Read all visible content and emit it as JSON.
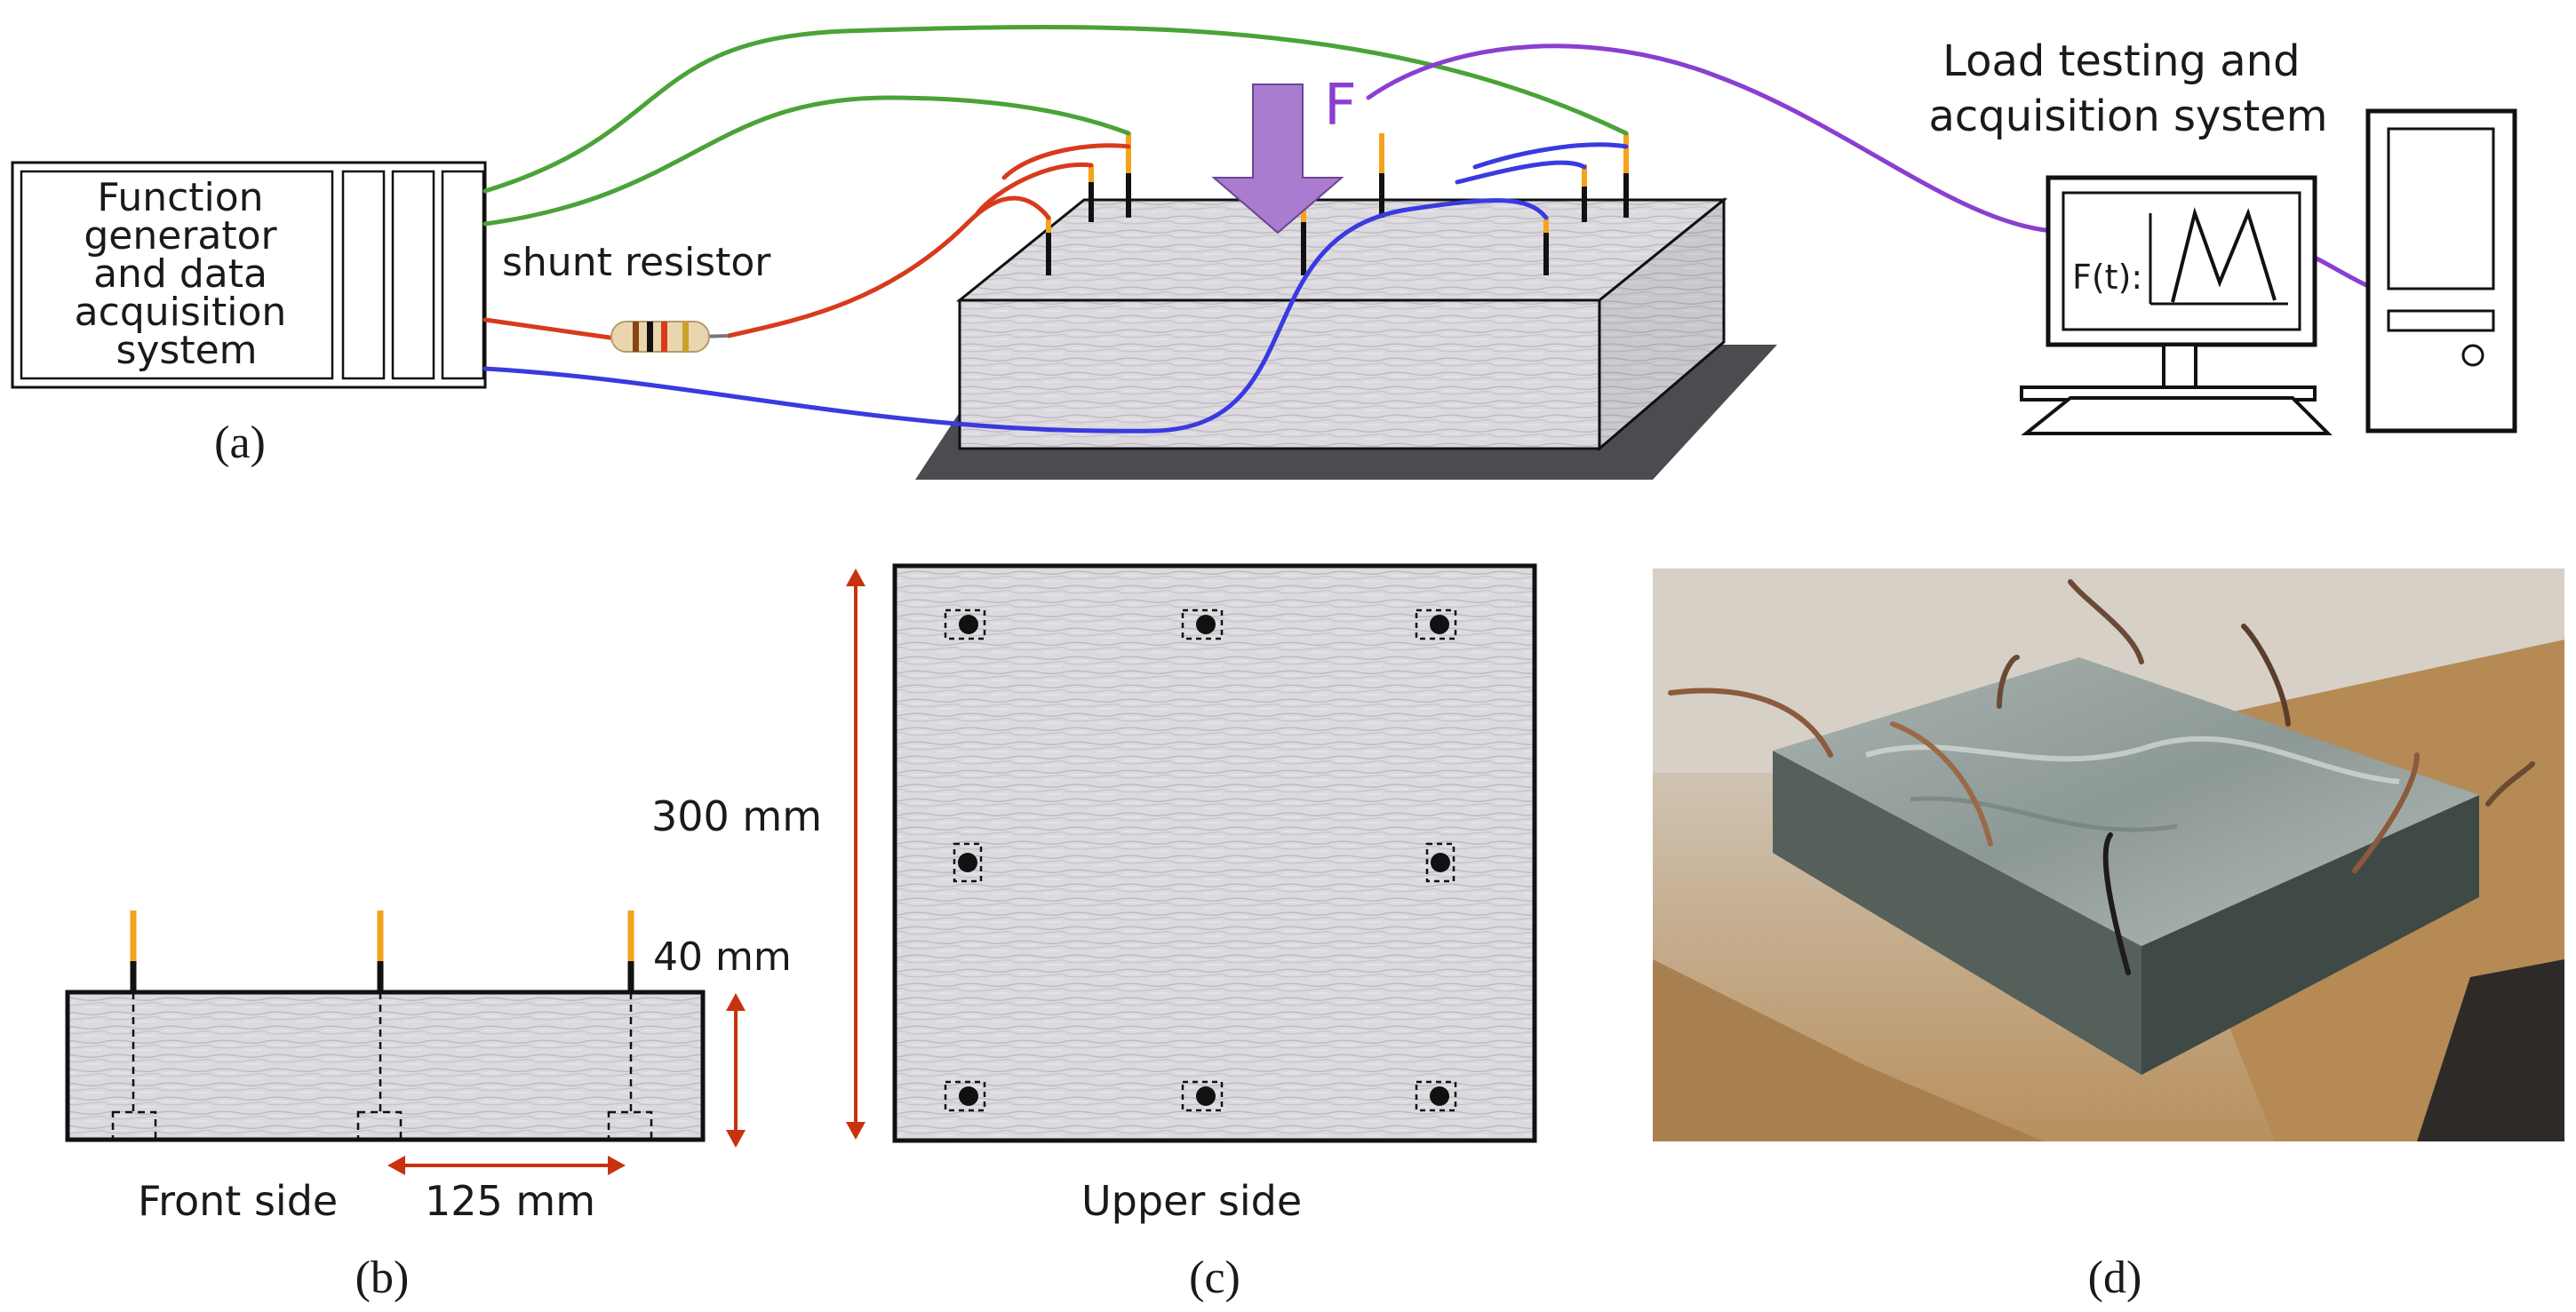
{
  "setup": {
    "generator_label": [
      "Function",
      "generator",
      "and data",
      "acquisition",
      "system"
    ],
    "shunt_label": "shunt resistor",
    "force_label": "F",
    "load_system_label": [
      "Load testing and",
      "acquisition system"
    ],
    "monitor_label": "F(t):"
  },
  "front_view": {
    "side_label": "Front side",
    "spacing_label": "125 mm",
    "height_label": "40 mm"
  },
  "top_view": {
    "side_label": "Upper side",
    "size_label": "300 mm"
  },
  "captions": {
    "a": "(a)",
    "b": "(b)",
    "c": "(c)",
    "d": "(d)"
  },
  "colors": {
    "green_wire": "#4aa338",
    "red_wire": "#d83a1c",
    "blue_wire": "#3a3ae0",
    "purple_wire": "#8a3fd0",
    "force_arrow": "#a97cd0",
    "dimension": "#c8320e",
    "electrode_tip": "#f5a31b"
  }
}
